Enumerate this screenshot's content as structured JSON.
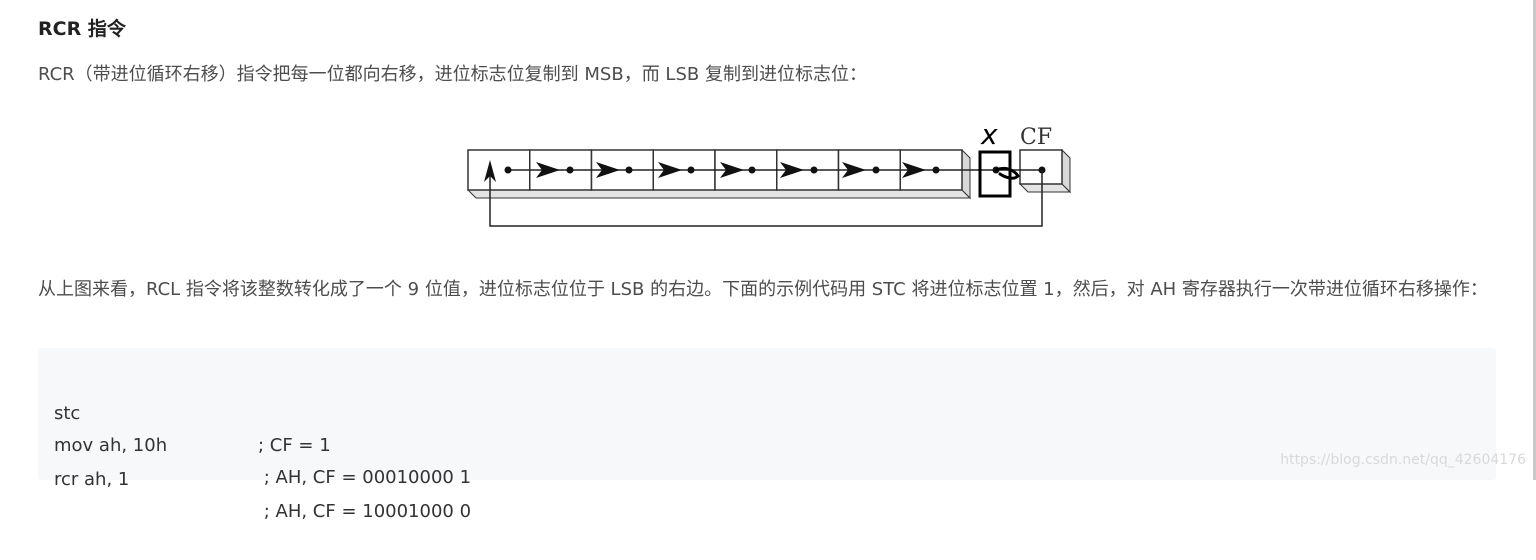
{
  "heading": "RCR 指令",
  "para1": "RCR（带进位循环右移）指令把每一位都向右移，进位标志位复制到 MSB，而 LSB 复制到进位标志位：",
  "figure": {
    "cf_label": "CF",
    "handwritten_mark": "x"
  },
  "para2": "从上图来看，RCL 指令将该整数转化成了一个 9 位值，进位标志位位于 LSB 的右边。下面的示例代码用 STC 将进位标志位置 1，然后，对 AH 寄存器执行一次带进位循环右移操作：",
  "code": [
    {
      "ins": "stc",
      "cmt": "; CF = 1"
    },
    {
      "ins": "mov ah, 10h",
      "cmt": " ; AH, CF = 00010000 1"
    },
    {
      "ins": "rcr ah, 1",
      "cmt": " ; AH, CF = 10001000 0"
    }
  ],
  "watermark": "https://blog.csdn.net/qq_42604176"
}
